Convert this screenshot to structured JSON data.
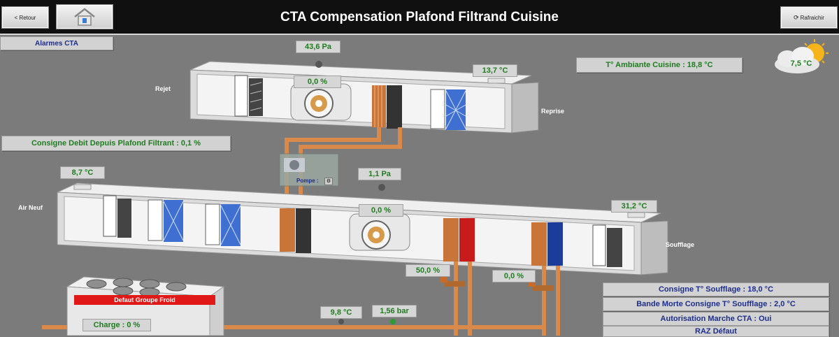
{
  "header": {
    "back_label": "< Retour",
    "title": "CTA Compensation Plafond Filtrand Cuisine",
    "refresh_label": "Rafraichir",
    "home_icon": "home-icon",
    "refresh_icon": "refresh-icon"
  },
  "alarms_button": "Alarmes CTA",
  "ambient": "T° Ambiante Cuisine : 18,8 °C",
  "weather": {
    "icon": "partly-sunny-icon",
    "temp": "7,5 °C"
  },
  "upper_unit": {
    "pressure": "43,6 Pa",
    "fan_speed": "0,0 %",
    "temp": "13,7 °C",
    "label_left": "Rejet",
    "label_right": "Reprise"
  },
  "consigne_debit": "Consigne Debit Depuis Plafond Filtrant : 0,1 %",
  "pump": {
    "label": "Pompe :"
  },
  "lower_unit": {
    "temp_in": "8,7 °C",
    "pressure": "1,1 Pa",
    "fan_speed": "0,0 %",
    "temp_out": "31,2 °C",
    "label_left": "Air Neuf",
    "label_right": "Soufflage"
  },
  "valves": {
    "heat": "50,0 %",
    "cold": "0,0 %"
  },
  "chiller": {
    "fault": "Defaut Groupe Froid",
    "charge": "Charge : 0 %",
    "temp": "9,8 °C",
    "pressure": "1,56 bar"
  },
  "settings": {
    "consigne_soufflage": "Consigne T° Soufflage : 18,0 °C",
    "bande_morte": "Bande Morte Consigne T° Soufflage : 2,0 °C",
    "autorisation": "Autorisation Marche CTA : Oui",
    "raz": "RAZ Défaut"
  },
  "colors": {
    "value_green": "#1f7d1f",
    "label_blue": "#1e2e8c",
    "fault_red": "#e01818",
    "pipe_copper": "#d98a4a",
    "coil_red": "#c81c1c",
    "coil_blue": "#1c3c9c"
  }
}
